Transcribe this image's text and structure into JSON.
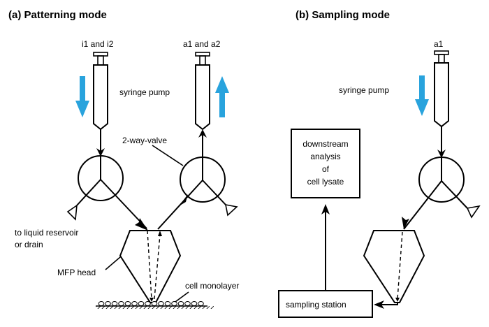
{
  "panels": {
    "a": {
      "title": "(a)  Patterning mode",
      "syringe_left_label": "i1 and i2",
      "syringe_right_label": "a1 and a2",
      "syringe_pump_label": "syringe pump",
      "valve_label": "2-way-valve",
      "reservoir_label_line1": "to liquid reservoir",
      "reservoir_label_line2": "or drain",
      "head_label": "MFP head",
      "monolayer_label": "cell monolayer",
      "left_pump_direction": "down",
      "right_pump_direction": "up"
    },
    "b": {
      "title": "(b)  Sampling mode",
      "syringe_label": "a1",
      "syringe_pump_label": "syringe pump",
      "analysis_box_lines": [
        "downstream",
        "analysis",
        "of",
        "cell lysate"
      ],
      "sampling_station_label": "sampling station",
      "pump_direction": "down"
    }
  },
  "colors": {
    "flow_arrow": "#29a3dd",
    "line": "#000000"
  }
}
